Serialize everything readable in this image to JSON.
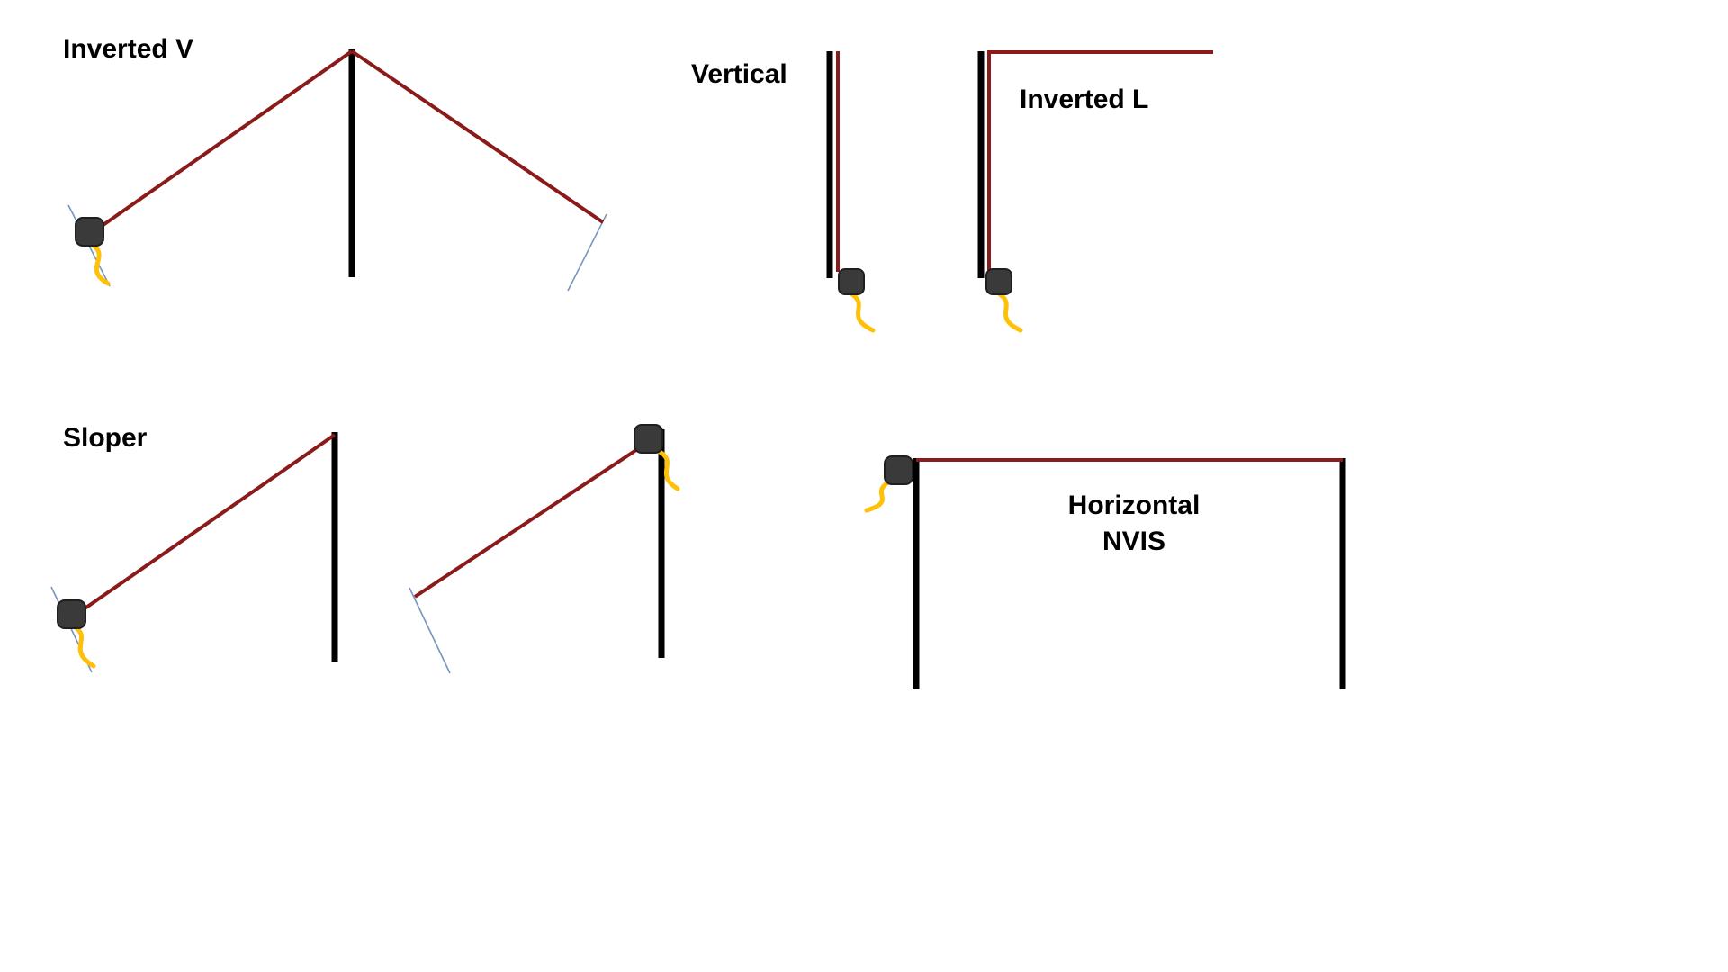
{
  "title": "Wire antenna configurations diagram",
  "labels": {
    "inverted_v": "Inverted V",
    "vertical": "Vertical",
    "inverted_l": "Inverted L",
    "sloper": "Sloper",
    "horizontal_nvis": {
      "line1": "Horizontal",
      "line2": "NVIS"
    }
  },
  "colors": {
    "wire_color": "#8B1A1A",
    "mast_color": "#000000",
    "balun_fill": "#3a3a3a",
    "balun_stroke": "#1f1f1f",
    "feedline_color": "#FFC107",
    "guyline_color": "#7795BE",
    "label_color": "#000000",
    "bg_color": "#ffffff"
  },
  "icons": {
    "balun": "dark rounded square at feedpoint",
    "feedline": "yellow wavy coax line",
    "mast": "thick black vertical line",
    "wire": "dark red antenna wire line",
    "guy_line": "thin blue rope line"
  }
}
